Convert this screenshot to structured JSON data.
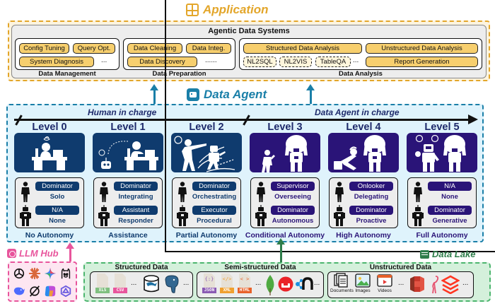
{
  "application": {
    "title": "Application",
    "icon": "application-grid-icon",
    "system_title": "Agentic Data Systems",
    "groups": [
      {
        "label": "Data Management",
        "items": [
          "Config Tuning",
          "Query Opt.",
          "System Diagnosis"
        ],
        "more": "..."
      },
      {
        "label": "Data Preparation",
        "items": [
          "Data Cleaning",
          "Data Integ.",
          "Data Discovery"
        ],
        "more": "......"
      },
      {
        "label": "Data Analysis",
        "items": [
          "Structured Data Analysis",
          "Unstructured Data Analysis",
          "Report Generation"
        ],
        "dashed_items": [
          "NL2SQL",
          "NL2VIS",
          "TableQA"
        ],
        "more": "..."
      }
    ]
  },
  "data_agent": {
    "title": "Data Agent",
    "icon": "robot-face-icon",
    "axis": {
      "left_label": "Human in charge",
      "right_label": "Data Agent in charge"
    },
    "levels": [
      {
        "title": "Level 0",
        "illustration": "human-working-alone-at-desk",
        "theme": "human",
        "human_role": "Dominator",
        "human_mode": "Solo",
        "agent_role": "N/A",
        "agent_mode": "None",
        "autonomy": "No Autonomy"
      },
      {
        "title": "Level 1",
        "illustration": "human-at-desk-with-assistant-robot",
        "theme": "human",
        "human_role": "Dominator",
        "human_mode": "Integrating",
        "agent_role": "Assistant",
        "agent_mode": "Responder",
        "autonomy": "Assistance"
      },
      {
        "title": "Level 2",
        "illustration": "human-directing-robot",
        "theme": "human",
        "human_role": "Dominator",
        "human_mode": "Orchestrating",
        "agent_role": "Executor",
        "agent_mode": "Procedural",
        "autonomy": "Partial Autonomy"
      },
      {
        "title": "Level 3",
        "illustration": "human-watching-robot-carry-load",
        "theme": "agent",
        "human_role": "Supervisor",
        "human_mode": "Overseeing",
        "agent_role": "Dominator",
        "agent_mode": "Autonomous",
        "autonomy": "Conditional Autonomy"
      },
      {
        "title": "Level 4",
        "illustration": "human-relaxing-robot-carrying-load",
        "theme": "agent",
        "human_role": "Onlooker",
        "human_mode": "Delegating",
        "agent_role": "Dominator",
        "agent_mode": "Proactive",
        "autonomy": "High Autonomy"
      },
      {
        "title": "Level 5",
        "illustration": "robots-generating-ideas",
        "theme": "agent",
        "human_role": "N/A",
        "human_mode": "None",
        "agent_role": "Dominator",
        "agent_mode": "Generative",
        "autonomy": "Full Autonomy"
      }
    ]
  },
  "llm_hub": {
    "title": "LLM Hub",
    "icon": "brain-icon",
    "logos": [
      "openai-logo",
      "claude-logo",
      "gemini-logo",
      "llama-logo",
      "deepseek-logo",
      "grok-logo",
      "copilot-logo",
      "qwen-logo"
    ]
  },
  "data_lake": {
    "title": "Data Lake",
    "icon": "database-server-icon",
    "groups": [
      {
        "label": "Structured Data",
        "files": [
          {
            "tag": "XLS",
            "color": "#7fbf7f"
          },
          {
            "tag": "CSV",
            "color": "#e8559c"
          }
        ],
        "logos": [
          "mysql-logo",
          "postgresql-logo"
        ],
        "more": "..."
      },
      {
        "label": "Semi-structured Data",
        "files": [
          {
            "tag": "JSON",
            "glyph": "{:}",
            "color": "#8a5ab3"
          },
          {
            "tag": "XML",
            "glyph": "</>",
            "color": "#f0a030"
          },
          {
            "tag": "HTML",
            "glyph": "< >",
            "color": "#e8622a"
          }
        ],
        "logos": [
          "mongodb-logo",
          "couchbase-logo",
          "neo4j-logo"
        ],
        "more": "..."
      },
      {
        "label": "Unstructured Data",
        "media": [
          "Documents",
          "Images",
          "Videos"
        ],
        "logos": [
          "amazon-s3-logo",
          "apache-flink-logo",
          "databricks-logo"
        ],
        "more": "..."
      }
    ]
  },
  "colors": {
    "application": "#e3a62a",
    "data_agent": "#1a7fa8",
    "human_theme": "#0f3b6e",
    "agent_theme": "#2a1478",
    "llm_hub": "#e8559c",
    "data_lake": "#2e7d4a",
    "chip": "#f7cf6e"
  }
}
